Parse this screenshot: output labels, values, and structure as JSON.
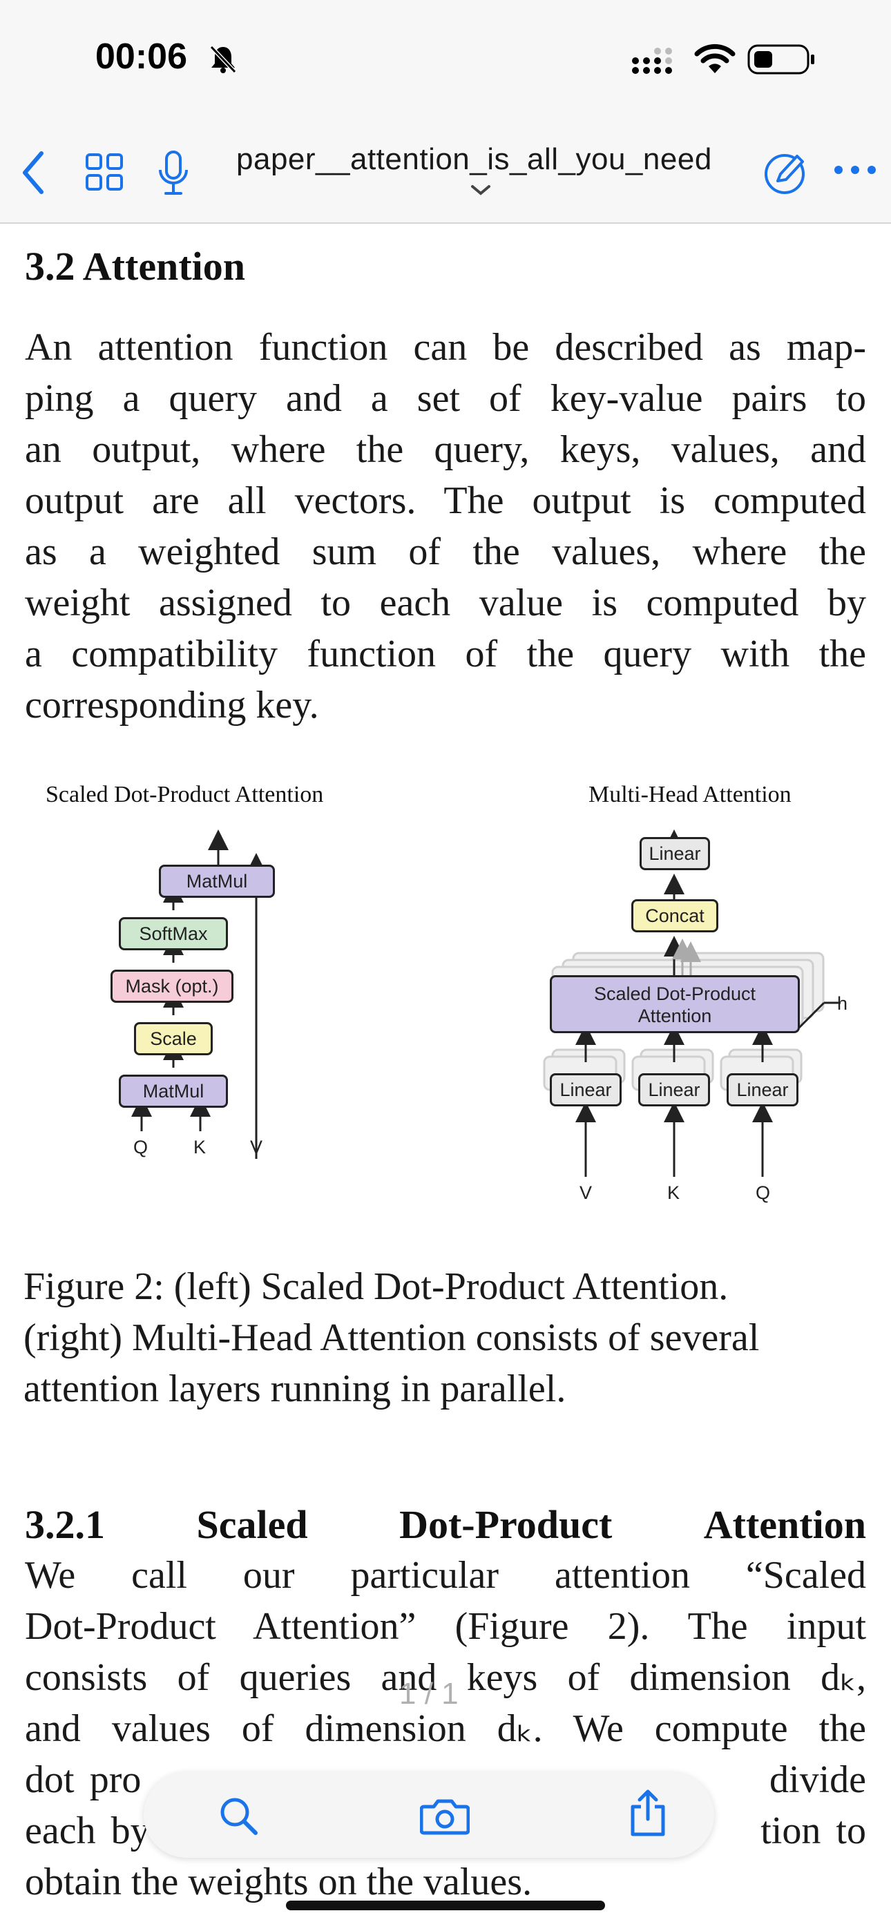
{
  "status_bar": {
    "time": "00:06"
  },
  "toolbar": {
    "document_title": "paper__attention_is_all_you_need"
  },
  "section": {
    "heading": "3.2 Attention",
    "paragraph_lines": [
      "An attention function can be described as map-",
      "ping a query and a set of key-value pairs to",
      "an output, where the query, keys, values, and",
      "output are all vectors. The output is computed",
      "as a weighted sum of the values, where the",
      "weight assigned to each value is computed by",
      "a compatibility function of the query with the",
      "corresponding key."
    ]
  },
  "figure": {
    "left": {
      "title": "Scaled Dot-Product Attention",
      "matmul_top": "MatMul",
      "softmax": "SoftMax",
      "mask": "Mask (opt.)",
      "scale": "Scale",
      "matmul_bottom": "MatMul",
      "input_q": "Q",
      "input_k": "K",
      "input_v": "V"
    },
    "right": {
      "title": "Multi-Head Attention",
      "linear_top": "Linear",
      "concat": "Concat",
      "attention_line1": "Scaled Dot-Product",
      "attention_line2": "Attention",
      "h_label": "h",
      "linear_v": "Linear",
      "linear_k": "Linear",
      "linear_q": "Linear",
      "input_v": "V",
      "input_k": "K",
      "input_q": "Q"
    },
    "colors": {
      "matmul": "#c9c1e6",
      "softmax": "#cde8cf",
      "mask": "#f6ccd8",
      "scale": "#f8f3b8",
      "concat": "#f8f3b8",
      "linear": "#e8e8e8",
      "attention": "#c9c1e6"
    }
  },
  "caption_lines": [
    "Figure 2: (left) Scaled Dot-Product Attention.",
    "(right) Multi-Head Attention consists of several",
    "attention layers running in parallel."
  ],
  "subsection": {
    "heading_number": "3.2.1",
    "heading_words": [
      "Scaled",
      "Dot-Product",
      "Attention"
    ],
    "paragraph_lines": [
      "We call our particular attention “Scaled",
      "Dot-Product Attention” (Figure 2). The input",
      "consists of queries and keys of dimension dₖ,",
      "and values of dimension dₖ. We compute the",
      "dot pro                                         divide",
      "each by                                        tion to",
      "obtain the weights on the values."
    ]
  },
  "page_indicator": "1 / 1",
  "bottom_toolbar": {
    "search": "search-icon",
    "camera": "camera-icon",
    "share": "share-icon"
  }
}
